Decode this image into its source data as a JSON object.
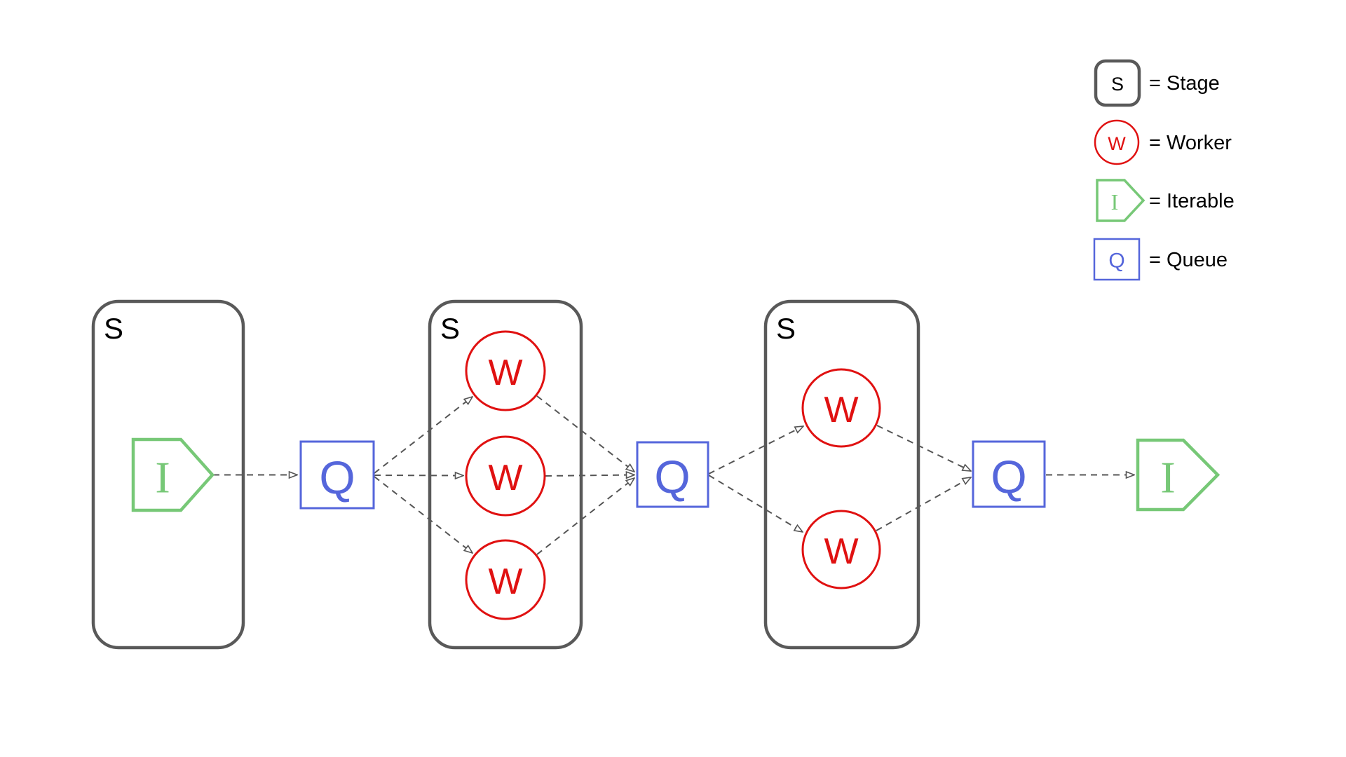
{
  "colors": {
    "background": "#ffffff",
    "stage-border": "#595959",
    "worker": "#e01111",
    "iterable": "#77c877",
    "queue": "#5566db",
    "arrow": "#555555",
    "label": "#000000"
  },
  "labels": {
    "stage": "S",
    "worker": "W",
    "iterable": "I",
    "queue": "Q"
  },
  "legend": {
    "items": [
      {
        "symbol": "S",
        "label": "= Stage"
      },
      {
        "symbol": "W",
        "label": "= Worker"
      },
      {
        "symbol": "I",
        "label": "= Iterable"
      },
      {
        "symbol": "Q",
        "label": "= Queue"
      }
    ]
  },
  "diagram": {
    "stages": [
      {
        "label": "S",
        "contents": [
          "iterable-in"
        ]
      },
      {
        "label": "S",
        "contents": [
          "worker-1",
          "worker-2",
          "worker-3"
        ]
      },
      {
        "label": "S",
        "contents": [
          "worker-4",
          "worker-5"
        ]
      }
    ],
    "nodes": [
      {
        "id": "iterable-in",
        "type": "iterable",
        "label": "I"
      },
      {
        "id": "queue-1",
        "type": "queue",
        "label": "Q"
      },
      {
        "id": "worker-1",
        "type": "worker",
        "label": "W"
      },
      {
        "id": "worker-2",
        "type": "worker",
        "label": "W"
      },
      {
        "id": "worker-3",
        "type": "worker",
        "label": "W"
      },
      {
        "id": "queue-2",
        "type": "queue",
        "label": "Q"
      },
      {
        "id": "worker-4",
        "type": "worker",
        "label": "W"
      },
      {
        "id": "worker-5",
        "type": "worker",
        "label": "W"
      },
      {
        "id": "queue-3",
        "type": "queue",
        "label": "Q"
      },
      {
        "id": "iterable-out",
        "type": "iterable",
        "label": "I"
      }
    ],
    "edges": [
      [
        "iterable-in",
        "queue-1"
      ],
      [
        "queue-1",
        "worker-1"
      ],
      [
        "queue-1",
        "worker-2"
      ],
      [
        "queue-1",
        "worker-3"
      ],
      [
        "worker-1",
        "queue-2"
      ],
      [
        "worker-2",
        "queue-2"
      ],
      [
        "worker-3",
        "queue-2"
      ],
      [
        "queue-2",
        "worker-4"
      ],
      [
        "queue-2",
        "worker-5"
      ],
      [
        "worker-4",
        "queue-3"
      ],
      [
        "worker-5",
        "queue-3"
      ],
      [
        "queue-3",
        "iterable-out"
      ]
    ]
  }
}
